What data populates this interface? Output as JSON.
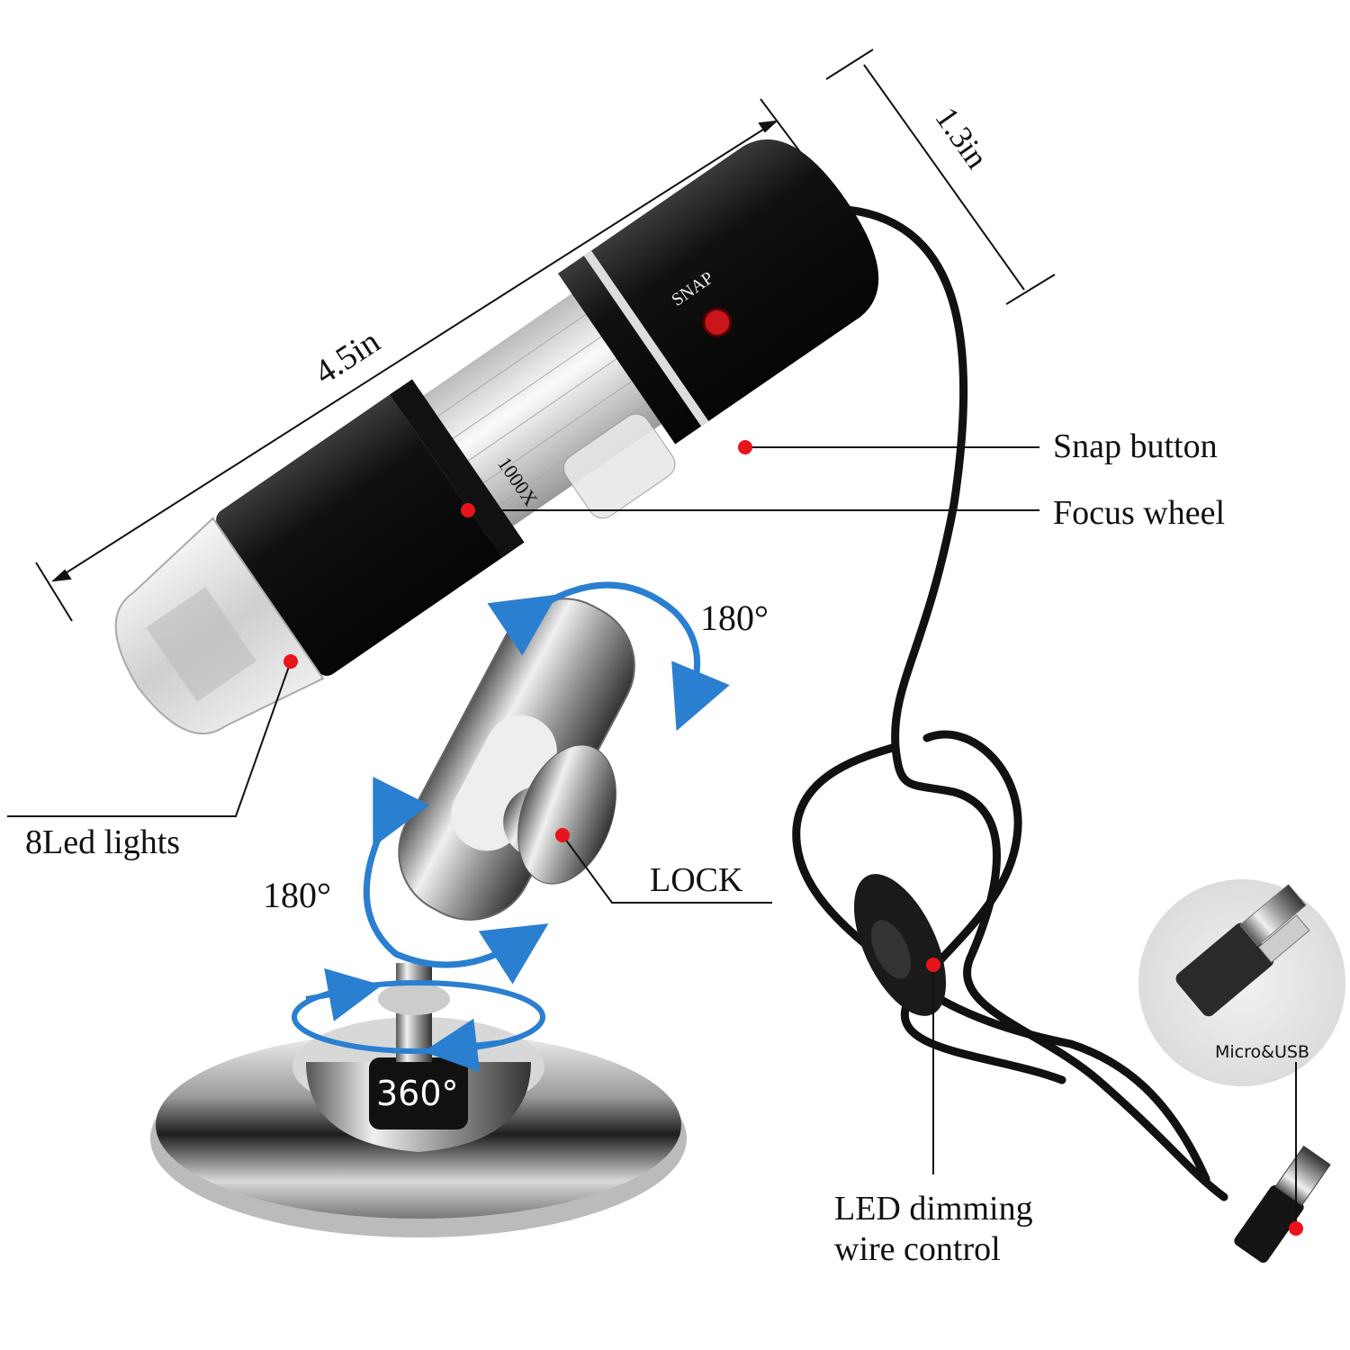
{
  "dimensions": {
    "length": "4.5in",
    "diameter": "1.3in"
  },
  "body_markings": {
    "snap": "SNAP",
    "magnification": "1000X"
  },
  "callouts": {
    "snap_button": "Snap button",
    "focus_wheel": "Focus wheel",
    "led_lights": "8Led lights",
    "lock": "LOCK",
    "led_dimming_line1": "LED dimming",
    "led_dimming_line2": "wire control",
    "connector": "Micro&USB"
  },
  "rotation": {
    "top_arm": "180°",
    "lower_arm": "180°",
    "base": "360°"
  },
  "colors": {
    "callout_dot": "#e8141b",
    "rotation_arrow": "#2a7fd0",
    "body": "#151515"
  }
}
